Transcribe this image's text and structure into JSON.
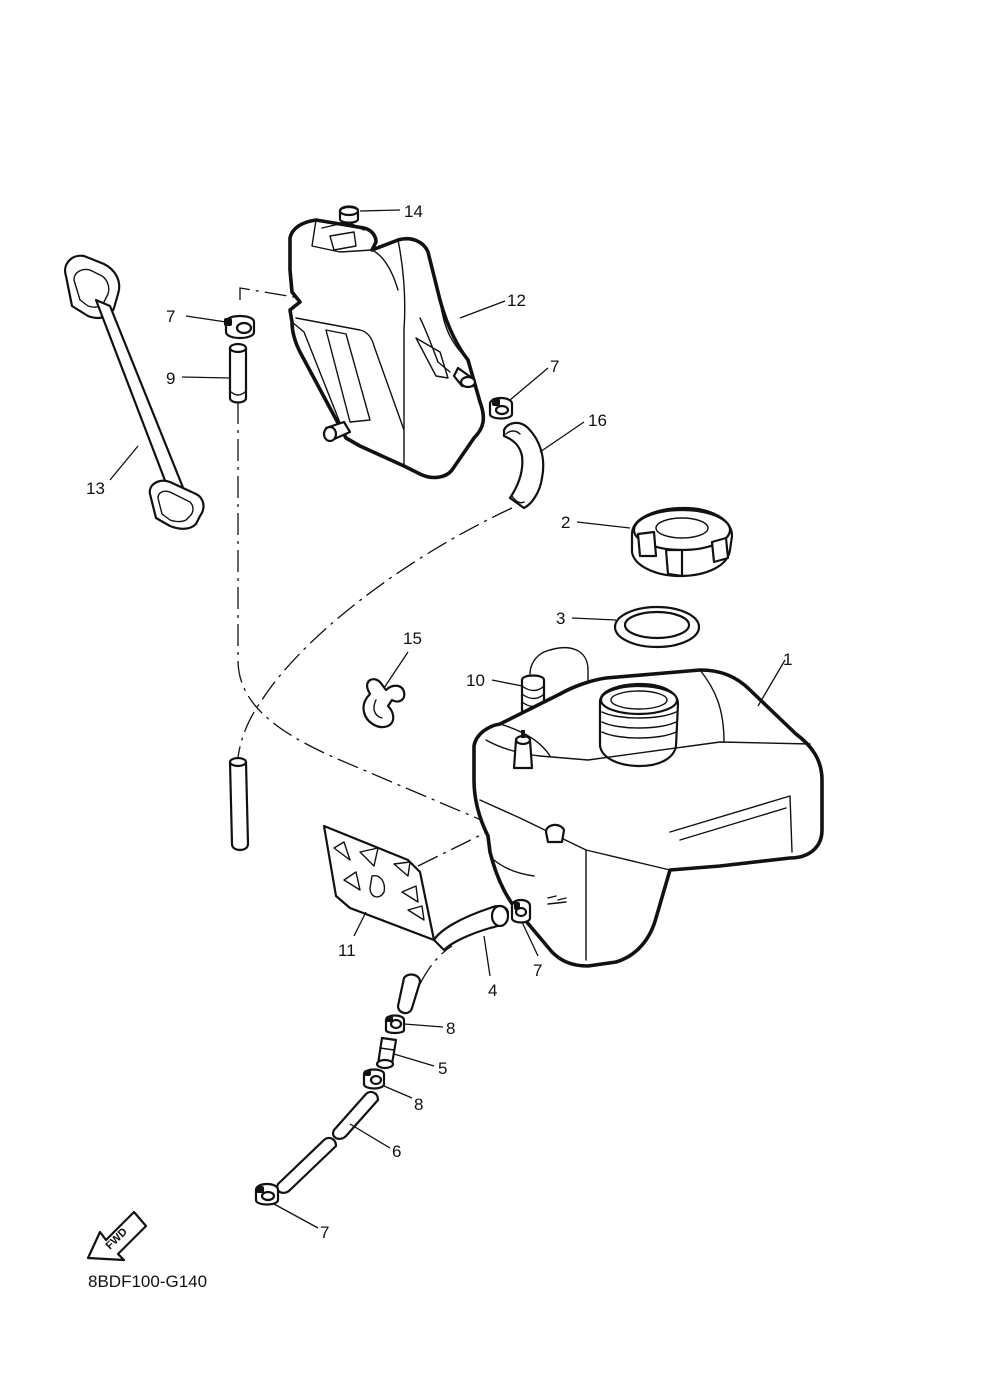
{
  "diagram_code": "8BDF100-G140",
  "fwd_label": "FWD",
  "callouts": {
    "p1": "1",
    "p2": "2",
    "p3": "3",
    "p4": "4",
    "p5": "5",
    "p6": "6",
    "p7a": "7",
    "p7b": "7",
    "p7c": "7",
    "p7d": "7",
    "p8a": "8",
    "p8b": "8",
    "p9": "9",
    "p10": "10",
    "p11": "11",
    "p12": "12",
    "p13": "13",
    "p14": "14",
    "p15": "15",
    "p16": "16"
  }
}
